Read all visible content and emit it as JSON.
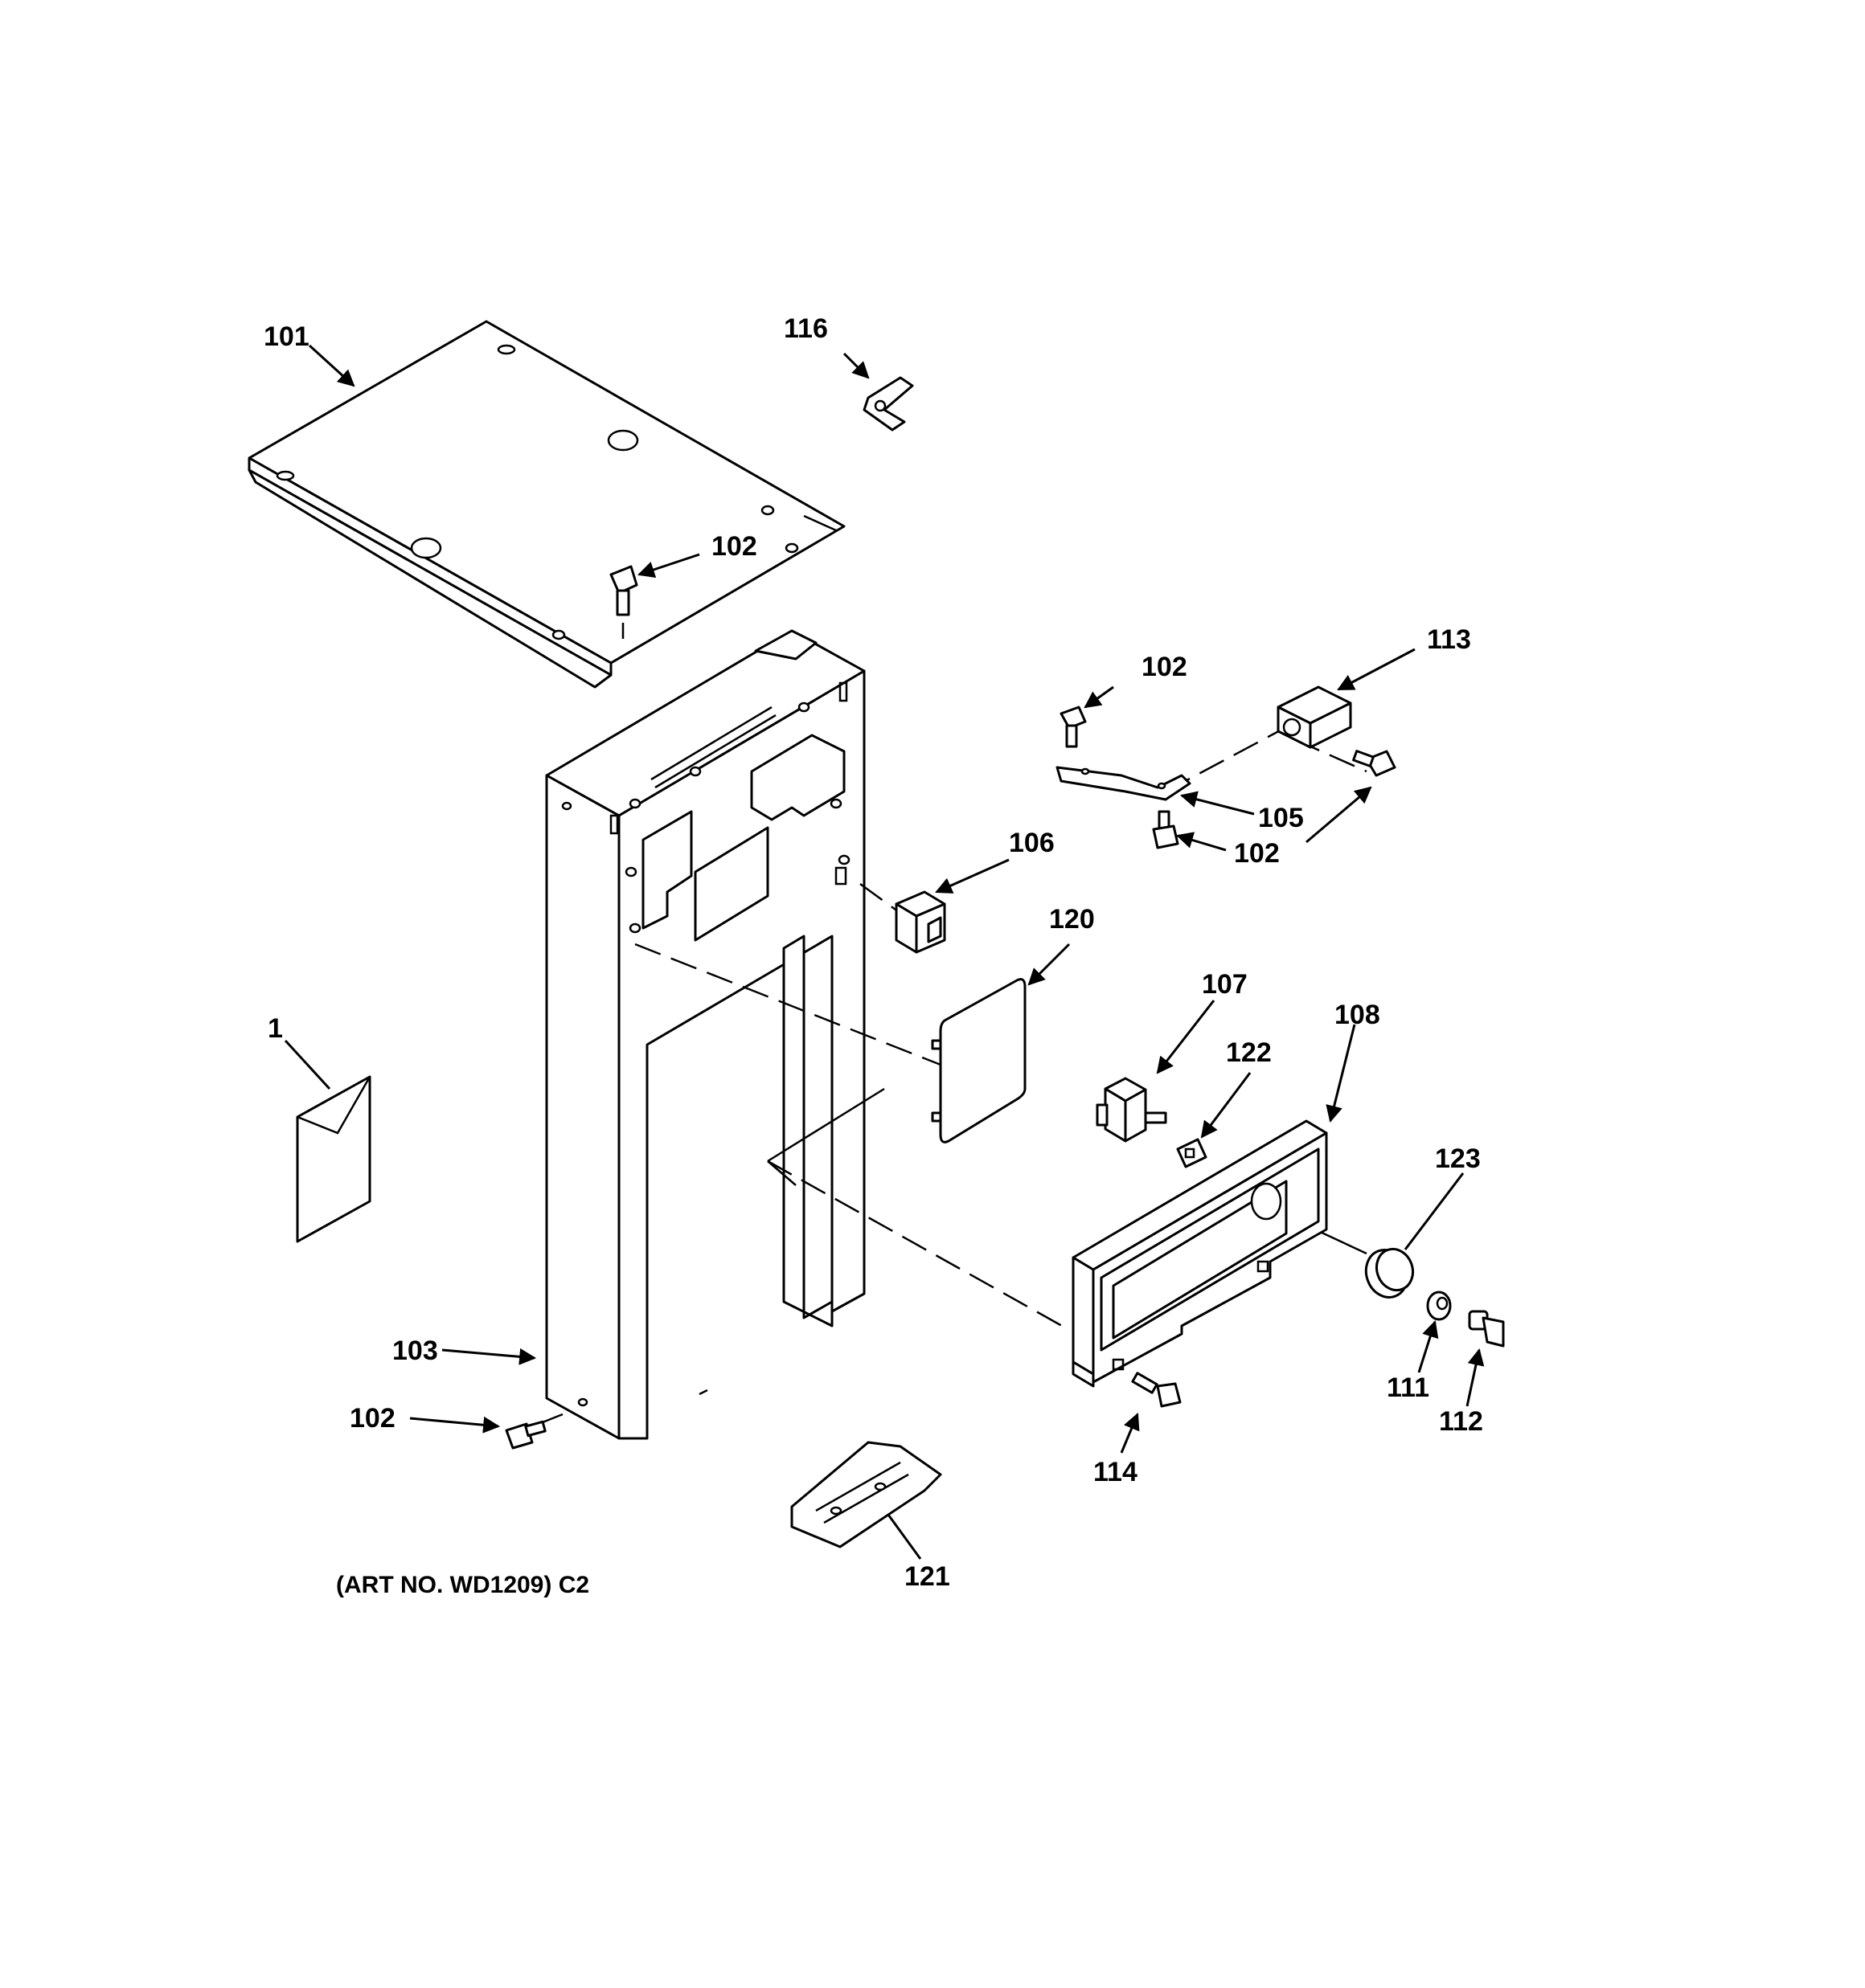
{
  "callouts": {
    "c101": "101",
    "c116": "116",
    "c102_top": "102",
    "c102_bracket_top": "102",
    "c113": "113",
    "c105": "105",
    "c102_bracket_bottom": "102",
    "c106": "106",
    "c120": "120",
    "c107": "107",
    "c122": "122",
    "c108": "108",
    "c123": "123",
    "c1": "1",
    "c103": "103",
    "c102_bottom": "102",
    "c111": "111",
    "c112": "112",
    "c114": "114",
    "c121": "121"
  },
  "art_number": "(ART NO. WD1209) C2"
}
